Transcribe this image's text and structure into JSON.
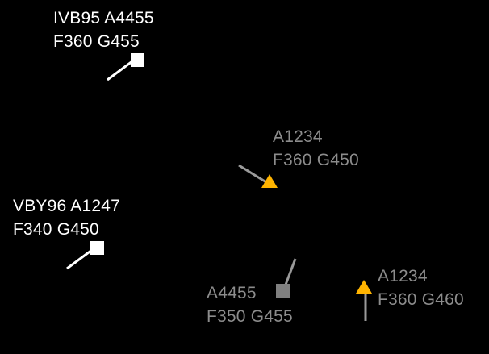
{
  "colors": {
    "background": "#000000",
    "tracked_symbol": "#ffffff",
    "tracked_text": "#ffffff",
    "untracked_symbol": "#808080",
    "untracked_text": "#8c8c8c",
    "alert_symbol": "#ffb400"
  },
  "targets": [
    {
      "id": "ivb95",
      "symbol": "square-icon",
      "state": "tracked",
      "label_line1": "IVB95 A4455",
      "label_line2": "F360 G455"
    },
    {
      "id": "a1234-mid",
      "symbol": "triangle-icon",
      "state": "alert",
      "label_line1": "A1234",
      "label_line2": "F360 G450"
    },
    {
      "id": "vby96",
      "symbol": "square-icon",
      "state": "tracked",
      "label_line1": "VBY96 A1247",
      "label_line2": "F340 G450"
    },
    {
      "id": "a4455",
      "symbol": "square-icon",
      "state": "untracked",
      "label_line1": "A4455",
      "label_line2": "F350 G455"
    },
    {
      "id": "a1234-low",
      "symbol": "triangle-icon",
      "state": "alert",
      "label_line1": "A1234",
      "label_line2": "F360 G460"
    }
  ]
}
